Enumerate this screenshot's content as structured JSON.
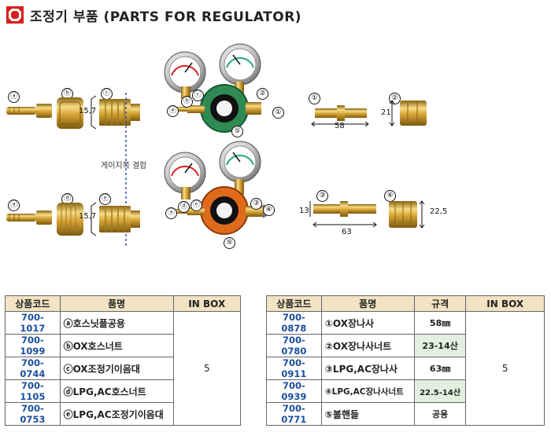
{
  "header": {
    "title": "조정기 부품 (PARTS FOR REGULATOR)"
  },
  "diagram": {
    "letters": {
      "a": "ⓐ",
      "b": "ⓑ",
      "c": "ⓒ",
      "d": "ⓓ",
      "e": "ⓔ"
    },
    "numbers": {
      "n1": "①",
      "n2": "②",
      "n3": "③",
      "n4": "④",
      "n5": "⑤"
    },
    "dims": {
      "d157": "15,7",
      "d58": "58",
      "d21": "21",
      "d13": "13",
      "d63": "63",
      "d225": "22,5"
    },
    "caption": "게이지쪽 결합"
  },
  "table_left": {
    "headers": [
      "상품코드",
      "품명",
      "IN BOX"
    ],
    "rows": [
      {
        "code": "700-1017",
        "name": "ⓐ호스닛플공용"
      },
      {
        "code": "700-1099",
        "name": "ⓑOX호스너트"
      },
      {
        "code": "700-0744",
        "name": "ⓒOX조정기이음대"
      },
      {
        "code": "700-1105",
        "name": "ⓓLPG,AC호스너트"
      },
      {
        "code": "700-0753",
        "name": "ⓔLPG,AC조정기이음대"
      }
    ],
    "inbox": "5"
  },
  "table_right": {
    "headers": [
      "상품코드",
      "품명",
      "규격",
      "IN BOX"
    ],
    "rows": [
      {
        "code": "700-0878",
        "name": "①OX장나사",
        "spec": "58㎜"
      },
      {
        "code": "700-0780",
        "name": "②OX장나사너트",
        "spec": "23-14산"
      },
      {
        "code": "700-0911",
        "name": "③LPG,AC장나사",
        "spec": "63㎜"
      },
      {
        "code": "700-0939",
        "name": "④LPG,AC장나사너트",
        "spec": "22.5-14산"
      },
      {
        "code": "700-0771",
        "name": "⑤볼핸들",
        "spec": "공용"
      }
    ],
    "inbox": "5"
  },
  "colors": {
    "brass": "#d4a633",
    "brass_dark": "#9c7418",
    "green_body": "#2e8a52",
    "orange_body": "#e06a1c",
    "header_bg": "#f1e3c3",
    "code_blue": "#1a4e9e"
  }
}
